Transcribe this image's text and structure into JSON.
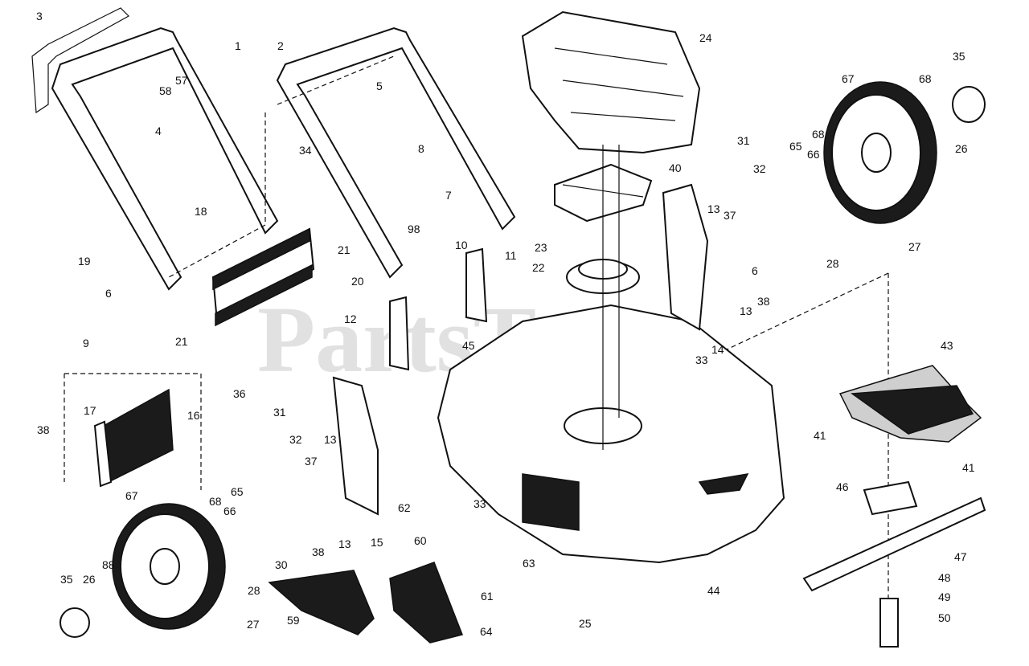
{
  "watermark": "PartsTree",
  "callouts": [
    "3",
    "1",
    "2",
    "5",
    "24",
    "57",
    "58",
    "4",
    "8",
    "35",
    "67",
    "68",
    "6",
    "31",
    "32",
    "40",
    "18",
    "7",
    "68",
    "65",
    "66",
    "26",
    "13",
    "37",
    "98",
    "10",
    "11",
    "23",
    "21",
    "19",
    "22",
    "27",
    "20",
    "28",
    "34",
    "6",
    "38",
    "12",
    "13",
    "45",
    "21",
    "33",
    "14",
    "43",
    "9",
    "36",
    "17",
    "16",
    "38",
    "31",
    "32",
    "13",
    "41",
    "37",
    "41",
    "65",
    "67",
    "68",
    "66",
    "46",
    "62",
    "33",
    "60",
    "38",
    "88",
    "13",
    "15",
    "47",
    "30",
    "28",
    "63",
    "44",
    "35",
    "26",
    "48",
    "61",
    "49",
    "59",
    "25",
    "27",
    "64",
    "50"
  ]
}
